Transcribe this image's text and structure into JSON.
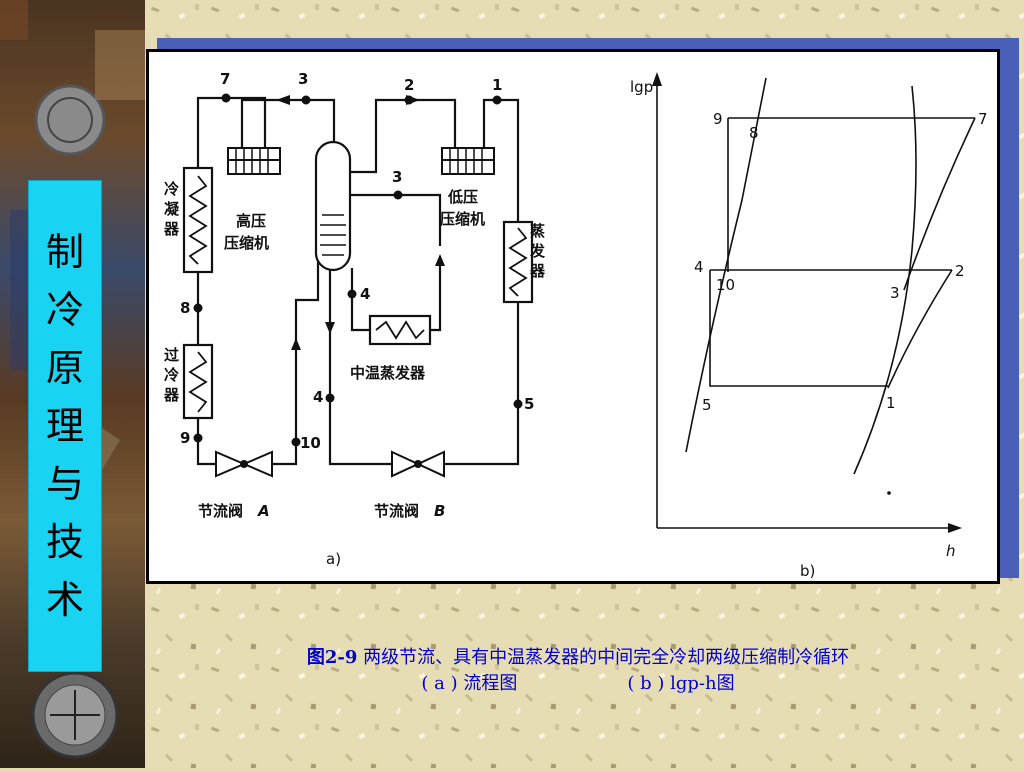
{
  "sidebar": {
    "title_chars": [
      "制",
      "冷",
      "原",
      "理",
      "与",
      "技",
      "术"
    ]
  },
  "diagram_a": {
    "label": "a)",
    "components": {
      "condenser": "冷凝器",
      "high_compressor": [
        "高压",
        "压缩机"
      ],
      "low_compressor": [
        "低压",
        "压缩机"
      ],
      "evaporator": "蒸发器",
      "subcooler": "过冷器",
      "mid_evaporator": "中温蒸发器",
      "valve_a": "节流阀",
      "valve_a_letter": "A",
      "valve_b": "节流阀",
      "valve_b_letter": "B"
    },
    "points": {
      "p7": "7",
      "p3top": "3",
      "p2": "2",
      "p1": "1",
      "p3mid": "3",
      "p8": "8",
      "p4right": "4",
      "p4left": "4",
      "p5": "5",
      "p9": "9",
      "p10": "10"
    }
  },
  "diagram_b": {
    "label": "b)",
    "y_axis": "lgp",
    "x_axis": "h",
    "points": {
      "p9": "9",
      "p8": "8",
      "p7": "7",
      "p4": "4",
      "p10": "10",
      "p2": "2",
      "p3": "3",
      "p5": "5",
      "p1": "1"
    }
  },
  "caption": {
    "line1_prefix": "图2-9",
    "line1_text": "两级节流、具有中温蒸发器的中间完全冷却两级压缩制冷循环",
    "line2_a": "( a ) 流程图",
    "line2_b": "( b ) lgp-h图"
  },
  "colors": {
    "title_box": "#19d3f2",
    "frame_shadow": "#4a5fb8",
    "caption": "#0000cc"
  }
}
